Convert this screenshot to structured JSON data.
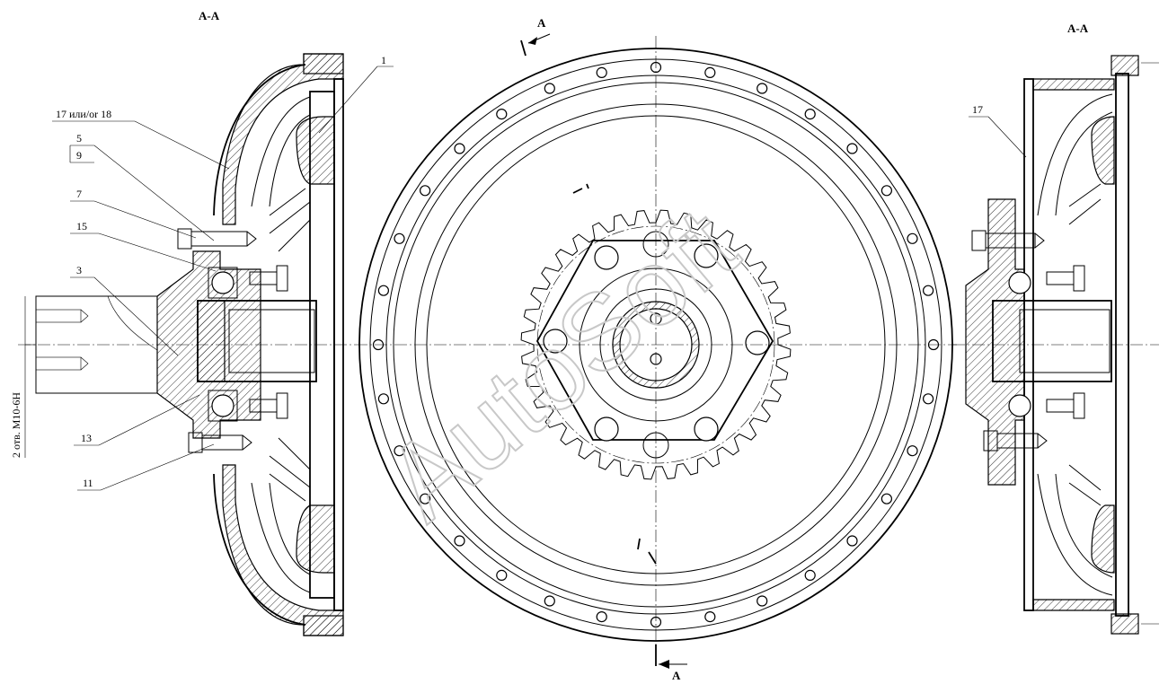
{
  "section_labels": {
    "left": "А-А",
    "right": "А-А"
  },
  "cut_markers": {
    "top": "А",
    "bottom": "А"
  },
  "callouts_left": [
    {
      "id": "c1",
      "text": "1"
    },
    {
      "id": "c17",
      "text": "17 или/or 18"
    },
    {
      "id": "c5",
      "text": "5"
    },
    {
      "id": "c9",
      "text": "9"
    },
    {
      "id": "c7",
      "text": "7"
    },
    {
      "id": "c15",
      "text": "15"
    },
    {
      "id": "c3",
      "text": "3"
    },
    {
      "id": "c13",
      "text": "13"
    },
    {
      "id": "c11",
      "text": "11"
    }
  ],
  "callouts_right": [
    {
      "id": "r17",
      "text": "17"
    }
  ],
  "dimension_note": "2 отв. М10-6Н",
  "watermark": "AutoSoft",
  "colors": {
    "line": "#000000",
    "background": "#ffffff",
    "watermark": "#c8c8c8"
  }
}
